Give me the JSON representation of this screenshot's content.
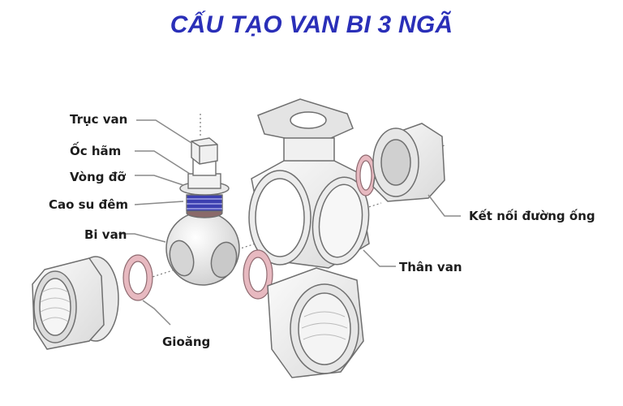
{
  "title": "CẤU TẠO VAN BI 3 NGÃ",
  "colors": {
    "title": "#2a2fb8",
    "label_text": "#1d1d1d",
    "leader_line": "#8a8a8a",
    "gasket_pink": "#e7b9c0",
    "seal_blue": "#3c3fb0",
    "metal_fill": "#f2f2f2",
    "outline": "#6f6f6f"
  },
  "labels": {
    "truc_van": "Trục van",
    "oc_ham": "Ốc hãm",
    "vong_do": "Vòng đỡ",
    "cao_su_dem": "Cao su đêm",
    "bi_van": "Bi van",
    "ket_noi_duong_ong": "Kết nối đường ống",
    "than_van": "Thân van",
    "gioang": "Gioăng"
  }
}
